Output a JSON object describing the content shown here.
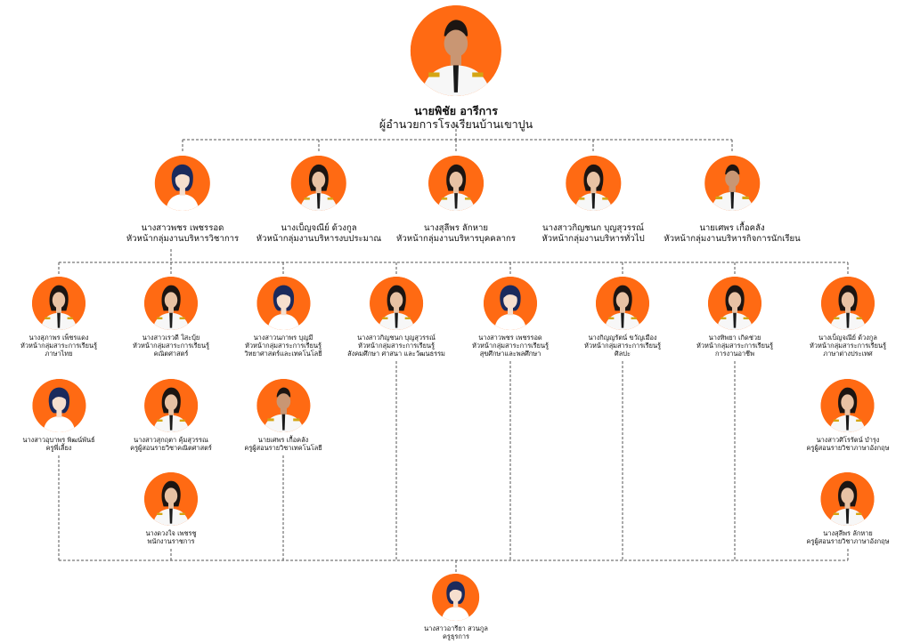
{
  "colors": {
    "accent": "#ff6a13",
    "line": "#555555"
  },
  "director": {
    "name": "นายพิชัย   อารีการ",
    "position": "ผู้อำนวยการโรงเรียนบ้านเขาปูน",
    "avatar": "photo-man-uniform"
  },
  "heads": [
    {
      "name": "นางสาวพชร   เพชรรอด",
      "position": "หัวหน้ากลุ่มงานบริหารวิชาการ",
      "avatar": "woman-silhouette-icon"
    },
    {
      "name": "นางเบ็ญจณีย์  ด้วงกูล",
      "position": "หัวหน้ากลุ่มงานบริหารงบประมาณ",
      "avatar": "photo-woman-uniform"
    },
    {
      "name": "นางสุลีพร  ลักหาย",
      "position": "หัวหน้ากลุ่มงานบริหารบุคคลากร",
      "avatar": "photo-woman-uniform"
    },
    {
      "name": "นางสาวกิญชนก  บุญสุวรรณ์",
      "position": "หัวหน้ากลุ่มงานบริหารทั่วไป",
      "avatar": "photo-woman-uniform"
    },
    {
      "name": "นายเศพร  เกื้อคลัง",
      "position": "หัวหน้ากลุ่มงานบริหารกิจการนักเรียน",
      "avatar": "photo-man-uniform"
    }
  ],
  "groups": [
    {
      "name": "นางสุภาพร  เพ็ชรแดง",
      "position": "หัวหน้ากลุ่มสาระการเรียนรู้",
      "subject": "ภาษาไทย",
      "avatar": "photo-woman-uniform"
    },
    {
      "name": "นางสาวเรวดี  ใสะบุ้ย",
      "position": "หัวหน้ากลุ่มสาระการเรียนรู้",
      "subject": "คณิตศาสตร์",
      "avatar": "photo-woman-uniform"
    },
    {
      "name": "นางสาวนภาพร   บุญมี",
      "position": "หัวหน้ากลุ่มสาระการเรียนรู้",
      "subject": "วิทยาศาสตร์และเทคโนโลยี",
      "avatar": "woman-silhouette-icon"
    },
    {
      "name": "นางสาวกิญชนก  บุญสุวรรณ์",
      "position": "หัวหน้ากลุ่มสาระการเรียนรู้",
      "subject": "สังคมศึกษา ศาสนา และวัฒนธรรม",
      "avatar": "photo-woman-uniform"
    },
    {
      "name": "นางสาวพชร  เพชรรอด",
      "position": "หัวหน้ากลุ่มสาระการเรียนรู้",
      "subject": "สุขศึกษาและพลศึกษา",
      "avatar": "woman-silhouette-icon"
    },
    {
      "name": "นางกิญญรัตน์  ขวัญเมือง",
      "position": "หัวหน้ากลุ่มสาระการเรียนรู้",
      "subject": "ศิลปะ",
      "avatar": "photo-woman-uniform"
    },
    {
      "name": "นางทิพยา  เกิดช่วย",
      "position": "หัวหน้ากลุ่มสาระการเรียนรู้",
      "subject": "การงานอาชีพ",
      "avatar": "photo-woman-uniform"
    },
    {
      "name": "นางเบ็ญจณีย์  ด้วงกูล",
      "position": "หัวหน้ากลุ่มสาระการเรียนรู้",
      "subject": "ภาษาต่างประเทศ",
      "avatar": "photo-woman-uniform"
    }
  ],
  "staff": [
    {
      "name": "นางสาวอุบาพร  พิฒน์พันธ์",
      "position": "ครูพี่เลี้ยง",
      "avatar": "woman-silhouette-icon"
    },
    {
      "name": "นางสาวสุกฤตา  คุ้มสุวรรณ",
      "position": "ครูผู้สอนรายวิชาคณิตศาสตร์",
      "avatar": "photo-woman-uniform"
    },
    {
      "name": "นายเศพร  เกื้อคลัง",
      "position": "ครูผู้สอนรายวิชาเทคโนโลยี",
      "avatar": "photo-man-uniform"
    },
    {
      "name": "นางสาวศิโรรัตน์  บำรุง",
      "position": "ครูผู้สอนรายวิชาภาษาอังกฤษ",
      "avatar": "photo-woman-uniform"
    },
    {
      "name": "นางดวงใจ   เพชรชู",
      "position": "พนักงานราชการ",
      "avatar": "photo-woman-uniform"
    },
    {
      "name": "นางสุลีพร  ลักหาย",
      "position": "ครูผู้สอนรายวิชาภาษาอังกฤษ",
      "avatar": "photo-woman-uniform"
    }
  ],
  "janitor": {
    "name": "นางสาวอารียา  สวนกูล",
    "position": "ครูธุรการ",
    "avatar": "woman-silhouette-icon"
  }
}
